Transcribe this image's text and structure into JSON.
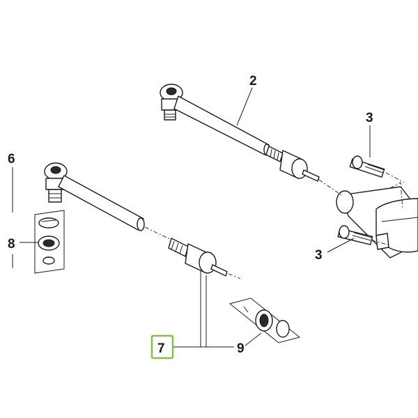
{
  "callouts": {
    "c2": "2",
    "c3_top": "3",
    "c3_bottom": "3",
    "c6": "6",
    "c8": "8",
    "c7": "7",
    "c9": "9"
  },
  "highlight": {
    "callout": "7",
    "color": "#7dc242"
  },
  "colors": {
    "line": "#1a1a1a",
    "background": "#ffffff",
    "highlight_border": "#7dc242"
  }
}
